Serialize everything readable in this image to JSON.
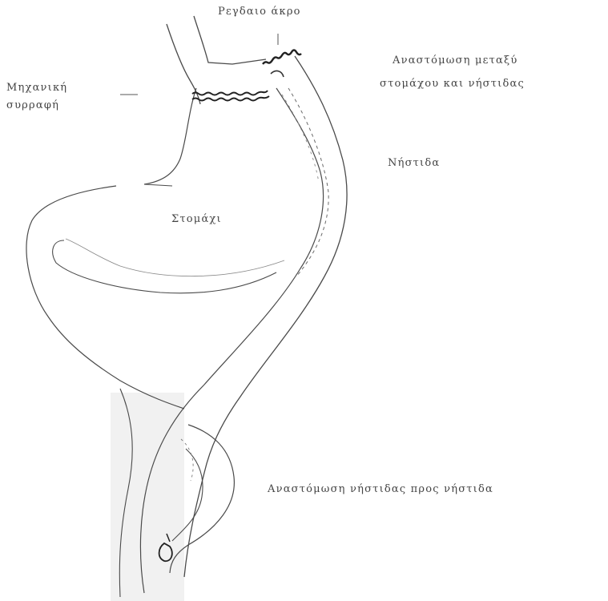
{
  "labels": {
    "blind_end": "Ρεγδαιο άκρο",
    "anastomosis_stomach_jejunum_1": "Αναστόμωση μεταξύ",
    "anastomosis_stomach_jejunum_2": "στομάχου και νήστιδας",
    "staple_line_1": "Μηχανική",
    "staple_line_2": "συρραφή",
    "jejunum": "Νήστιδα",
    "stomach": "Στομάχι",
    "jejunojejunal_anastomosis": "Αναστόμωση νήστιδας προς νήστιδα"
  },
  "colors": {
    "line": "#4a4a4a",
    "staple": "#222222",
    "shade": "#f1f1f1"
  }
}
